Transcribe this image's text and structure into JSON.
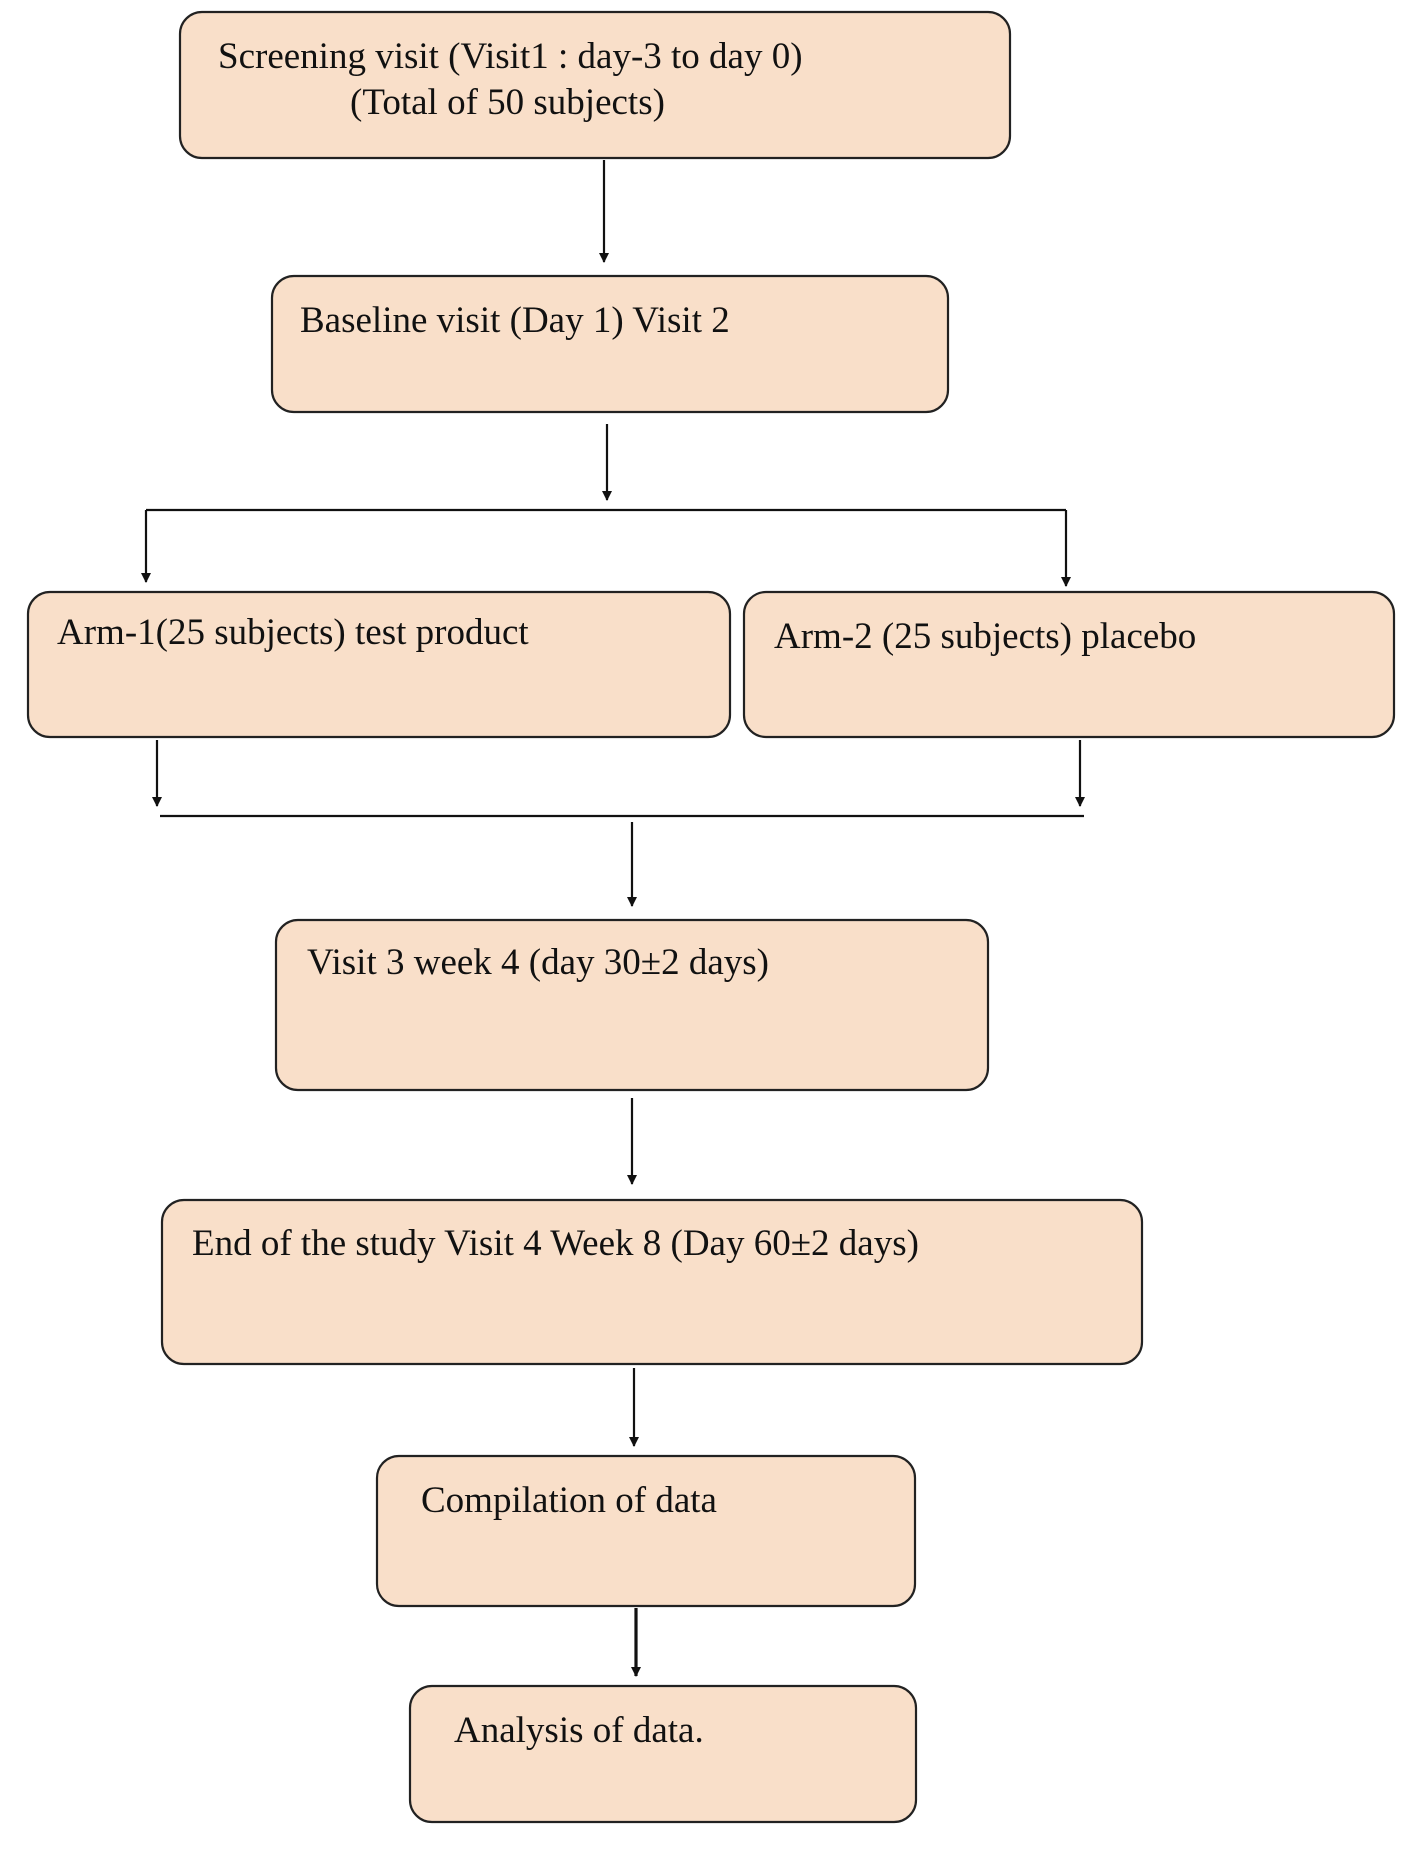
{
  "diagram": {
    "steps": {
      "screening": {
        "line1": "Screening visit (Visit1 : day-3 to day 0)",
        "line2": "(Total of 50 subjects)"
      },
      "baseline": "Baseline visit (Day 1) Visit 2",
      "arm1": "Arm-1(25 subjects) test product",
      "arm2": "Arm-2 (25 subjects) placebo",
      "visit3": "Visit 3 week 4 (day 30±2 days)",
      "end": "End of the study Visit 4 Week 8 (Day 60±2 days)",
      "compilation": "Compilation of data",
      "analysis": "Analysis of data."
    },
    "colors": {
      "box_fill": "#f9dfc9",
      "line": "#111111"
    }
  }
}
